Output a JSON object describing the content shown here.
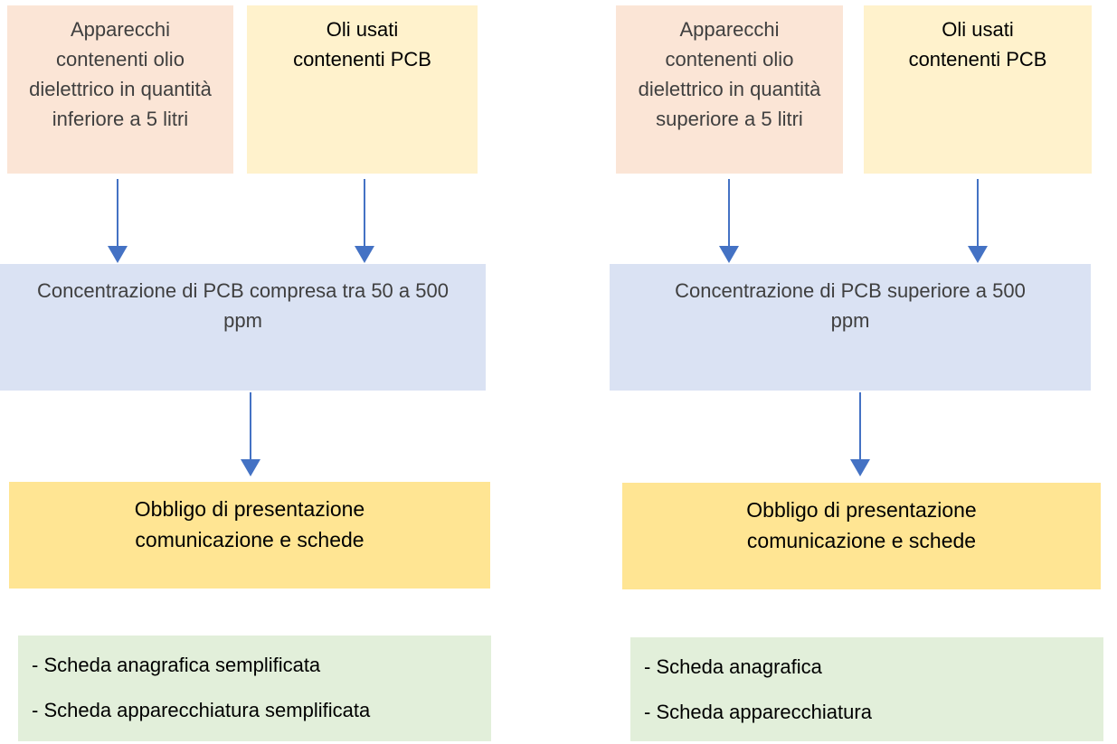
{
  "palette": {
    "arrow": "#4472C4",
    "source_equipment_bg": "#FBE5D6",
    "source_oils_bg": "#FFF2CC",
    "condition_bg": "#DAE2F3",
    "obligation_bg": "#FFE593",
    "documents_bg": "#E2EFDA",
    "text_dark": "#3F3F3F",
    "text_black": "#000000"
  },
  "flowchart": {
    "left": {
      "source_equipment": {
        "text": "Apparecchi contenenti olio dielettrico in quantità inferiore a 5 litri"
      },
      "source_oils": {
        "text": "Oli usati contenenti PCB"
      },
      "condition": {
        "text": "Concentrazione di PCB compresa tra 50 a 500 ppm"
      },
      "obligation": {
        "text": "Obbligo di presentazione comunicazione e schede"
      },
      "documents": {
        "items": [
          "- Scheda anagrafica semplificata",
          "- Scheda apparecchiatura semplificata"
        ]
      }
    },
    "right": {
      "source_equipment": {
        "text": "Apparecchi contenenti olio dielettrico in quantità superiore a 5 litri"
      },
      "source_oils": {
        "text": "Oli usati contenenti PCB"
      },
      "condition": {
        "text": "Concentrazione di PCB superiore a 500 ppm"
      },
      "obligation": {
        "text": "Obbligo di presentazione comunicazione e schede"
      },
      "documents": {
        "items": [
          "- Scheda anagrafica",
          "- Scheda apparecchiatura"
        ]
      }
    }
  }
}
